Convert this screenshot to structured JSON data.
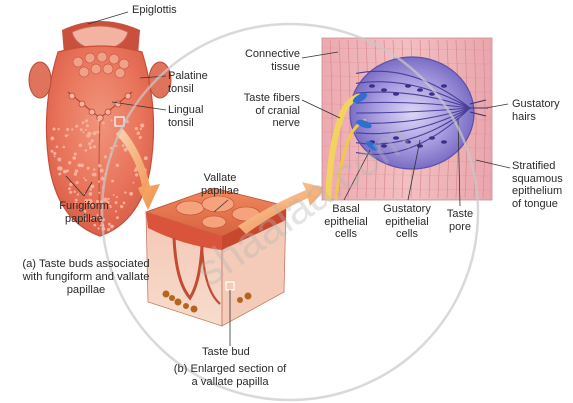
{
  "labels": {
    "epiglottis": "Epiglottis",
    "palatine_tonsil": "Palatine\ntonsil",
    "lingual_tonsil": "Lingual\ntonsil",
    "fungiform_papillae": "Fungiform\npapillae",
    "vallate_papillae": "Vallate\npapillae",
    "taste_bud": "Taste bud",
    "connective_tissue": "Connective\ntissue",
    "taste_fibers": "Taste fibers\nof cranial\nnerve",
    "gustatory_hairs": "Gustatory\nhairs",
    "stratified_epithelium": "Stratified\nsquamous\nepithelium\nof tongue",
    "basal_cells": "Basal\nepithelial\ncells",
    "gustatory_cells": "Gustatory\nepithelial\ncells",
    "taste_pore": "Taste\npore"
  },
  "captions": {
    "a": "(a) Taste buds associated\nwith fungiform and vallate\npapillae",
    "b": "(b) Enlarged section of\na vallate papilla"
  },
  "watermark": "shaalaa.com",
  "colors": {
    "tongue": "#e8735a",
    "tissue_pink": "#e7a3a8",
    "bud_purple": "#8a7fd0",
    "nerve_yellow": "#f3d35e",
    "arrow_orange": "#f08a3a"
  }
}
